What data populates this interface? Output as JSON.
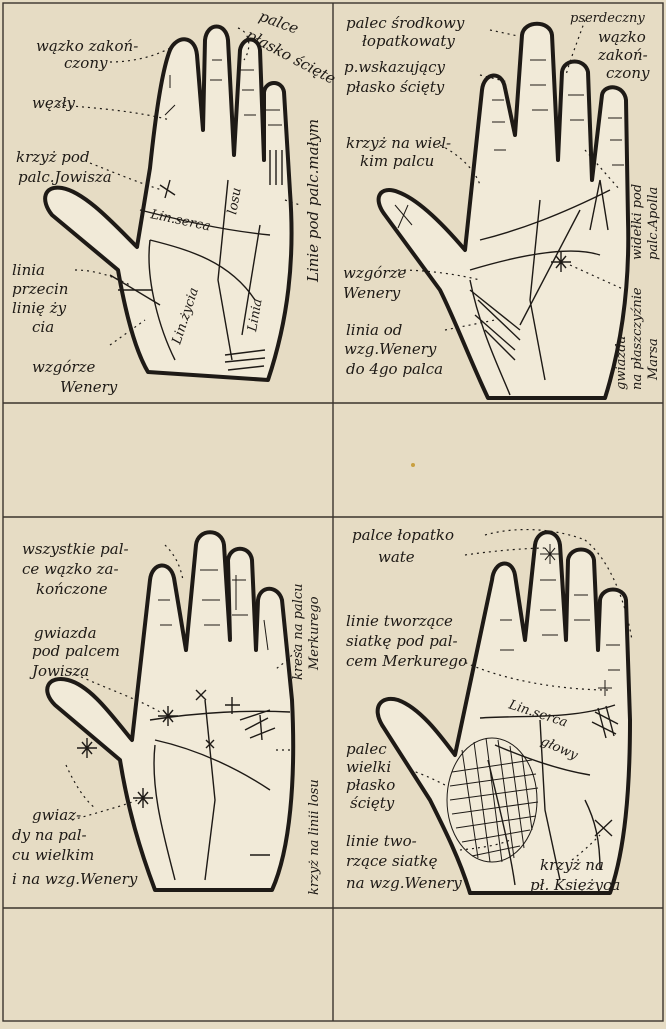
{
  "panels": {
    "p1": {
      "labels": {
        "a1": "wązko zakoń-",
        "a2": "czony",
        "b1": "palce",
        "b2": "płasko ścięte",
        "c": "węzły",
        "d1": "krzyż pod",
        "d2": "palc.Jowisza",
        "e1": "linia",
        "e2": "przecin",
        "e3": "linię ży",
        "e4": "cia",
        "f1": "wzgórze",
        "f2": "Wenery",
        "g": "Linie pod palc.małym",
        "h1": "Lin.serca",
        "h2": "losu",
        "h3": "Lin.życia",
        "h4": "Linia"
      }
    },
    "p2": {
      "labels": {
        "a1": "palec środkowy",
        "a2": "łopatkowaty",
        "b1": "pserdeczny",
        "b2": "wązko",
        "b3": "zakoń-",
        "b4": "czony",
        "c1": "p.wskazujący",
        "c2": "płasko ścięty",
        "d1": "krzyż na wiel-",
        "d2": "kim palcu",
        "e1": "wzgórze",
        "e2": "Wenery",
        "f1": "linia od",
        "f2": "wzg.Wenery",
        "f3": "do 4go palca",
        "g1": "widełki pod",
        "g2": "palc.Apolla",
        "h1": "gwiazda",
        "h2": "na płaszczyźnie",
        "h3": "Marsa"
      }
    },
    "p3": {
      "labels": {
        "a1": "wszystkie pal-",
        "a2": "ce wązko za-",
        "a3": "kończone",
        "b1": "gwiazda",
        "b2": "pod palcem",
        "b3": "Jowisza",
        "c1": "kresa na palcu",
        "c2": "Merkurego",
        "d": "krzyż na linii losu",
        "e1": "gwiaz-",
        "e2": "dy na pal-",
        "e3": "cu wielkim",
        "e4": "i na wzg.Wenery"
      }
    },
    "p4": {
      "labels": {
        "a1": "palce łopatko",
        "a2": "wate",
        "b1": "linie tworzące",
        "b2": "siatkę pod pal-",
        "b3": "cem Merkurego",
        "c1": "palec",
        "c2": "wielki",
        "c3": "płasko",
        "c4": "ścięty",
        "d1": "linie two-",
        "d2": "rzące siatkę",
        "d3": "na wzg.Wenery",
        "e1": "krzyż na",
        "e2": "pł. Księżyca",
        "f1": "Lin.serca",
        "f2": "głowy"
      }
    }
  }
}
